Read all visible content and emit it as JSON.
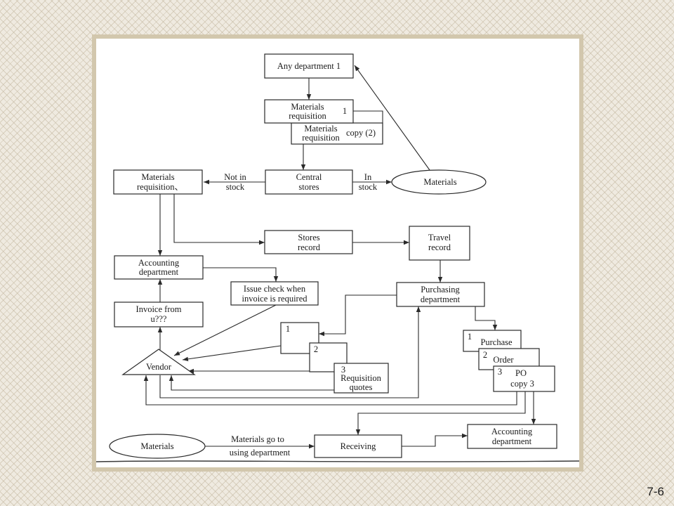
{
  "slide": {
    "number": "7-6"
  },
  "nodes": {
    "any_department": {
      "label": "Any department 1"
    },
    "materials_requisition": {
      "lines": [
        "Materials",
        "requisition"
      ],
      "number": "1"
    },
    "materials_requisition_copy": {
      "lines": [
        "Materials",
        "requisition"
      ],
      "suffix": "copy (2)"
    },
    "central_stores": {
      "lines": [
        "Central",
        "stores"
      ]
    },
    "materials_top": {
      "label": "Materials"
    },
    "materials_requisition_left": {
      "lines": [
        "Materials",
        "requisition、"
      ]
    },
    "stores_record": {
      "lines": [
        "Stores",
        "record"
      ]
    },
    "travel_record": {
      "lines": [
        "Travel",
        "record"
      ]
    },
    "accounting_department_left": {
      "lines": [
        "Accounting",
        "department"
      ]
    },
    "issue_check": {
      "lines": [
        "Issue check when",
        "invoice is required"
      ]
    },
    "purchasing_department": {
      "lines": [
        "Purchasing",
        "department"
      ]
    },
    "invoice": {
      "lines": [
        "Invoice from",
        "u???"
      ]
    },
    "req_copy_1": {
      "number": "1"
    },
    "req_copy_2": {
      "number": "2"
    },
    "req_copy_3": {
      "number": "3",
      "lines": [
        "Requisition",
        "quotes"
      ]
    },
    "po_1": {
      "number": "1",
      "label": "Purchase"
    },
    "po_2": {
      "number": "2",
      "label": "Order"
    },
    "po_3": {
      "number": "3",
      "lines": [
        "PO",
        "copy 3"
      ]
    },
    "vendor": {
      "label": "Vendor"
    },
    "materials_bottom": {
      "label": "Materials"
    },
    "receiving": {
      "label": "Receiving"
    },
    "accounting_department_right": {
      "lines": [
        "Accounting",
        "department"
      ]
    }
  },
  "edge_labels": {
    "not_in_stock": [
      "Not in",
      "stock"
    ],
    "in_stock": [
      "In",
      "stock"
    ],
    "materials_go_to": [
      "Materials go to",
      "using department"
    ]
  }
}
